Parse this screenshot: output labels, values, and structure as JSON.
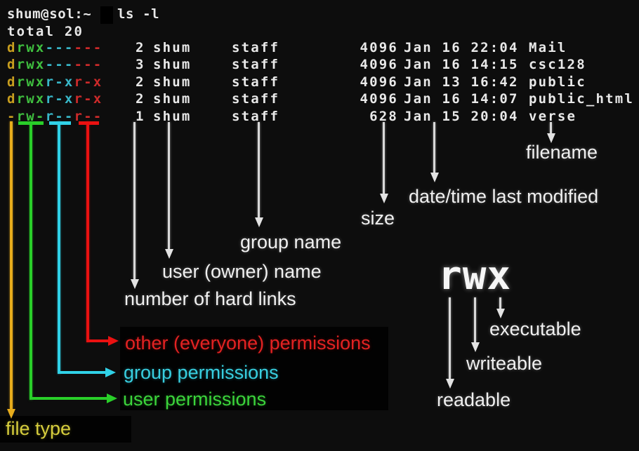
{
  "terminal": {
    "prompt": "shum@sol:~ $",
    "command": "ls -l",
    "total_line": "total 20",
    "rows": [
      {
        "perms": {
          "type": "d",
          "user": "rwx",
          "group": "---",
          "other": "---"
        },
        "links": "2",
        "owner": "shum",
        "group": "staff",
        "size": "4096",
        "modified": "Jan 16 22:04",
        "name": "Mail"
      },
      {
        "perms": {
          "type": "d",
          "user": "rwx",
          "group": "---",
          "other": "---"
        },
        "links": "3",
        "owner": "shum",
        "group": "staff",
        "size": "4096",
        "modified": "Jan 16 14:15",
        "name": "csc128"
      },
      {
        "perms": {
          "type": "d",
          "user": "rwx",
          "group": "r-x",
          "other": "r-x"
        },
        "links": "2",
        "owner": "shum",
        "group": "staff",
        "size": "4096",
        "modified": "Jan 13 16:42",
        "name": "public"
      },
      {
        "perms": {
          "type": "d",
          "user": "rwx",
          "group": "r-x",
          "other": "r-x"
        },
        "links": "2",
        "owner": "shum",
        "group": "staff",
        "size": "4096",
        "modified": "Jan 16 14:07",
        "name": "public_html"
      },
      {
        "perms": {
          "type": "-",
          "user": "rw-",
          "group": "r--",
          "other": "r--"
        },
        "links": "1",
        "owner": "shum",
        "group": "staff",
        "size": "628",
        "modified": "Jan 15 20:04",
        "name": "verse"
      }
    ]
  },
  "annotations": {
    "filename": "filename",
    "modified": "date/time last modified",
    "size": "size",
    "group_name": "group name",
    "owner_name": "user (owner) name",
    "hard_links": "number of hard links",
    "rwx": "rwx",
    "executable": "executable",
    "writeable": "writeable",
    "readable": "readable",
    "other_perms": "other (everyone) permissions",
    "group_perms": "group permissions",
    "user_perms": "user permissions",
    "file_type": "file type"
  },
  "colors": {
    "background": "#0d0d0d",
    "terminal_text": "#e8e8e8",
    "perm_type_yellow": "#c79d1e",
    "perm_user_green": "#3fbf3f",
    "perm_group_cyan": "#38b7c8",
    "perm_other_red": "#cc2a2a",
    "arrow_yellow": "#e7ac1c",
    "arrow_green": "#29cf29",
    "arrow_cyan": "#30d2e8",
    "arrow_red": "#ea1111",
    "label_white": "#f0f0f0"
  }
}
